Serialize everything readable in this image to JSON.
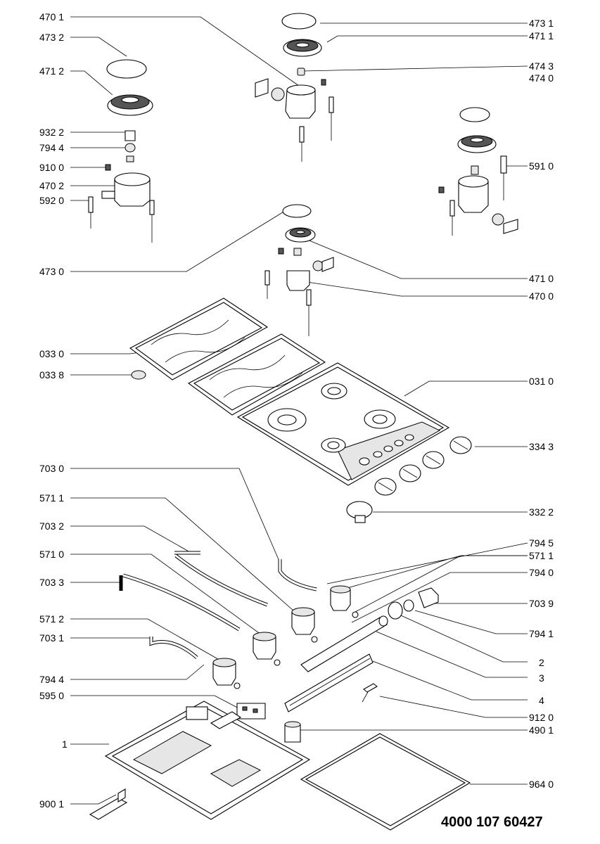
{
  "labels_left": [
    {
      "id": "l4701",
      "text": "470 1"
    },
    {
      "id": "l4732",
      "text": "473 2"
    },
    {
      "id": "l4712",
      "text": "471 2"
    },
    {
      "id": "l9322",
      "text": "932 2"
    },
    {
      "id": "l7944a",
      "text": "794 4"
    },
    {
      "id": "l9100",
      "text": "910 0"
    },
    {
      "id": "l4702",
      "text": "470 2"
    },
    {
      "id": "l5920",
      "text": "592 0"
    },
    {
      "id": "l4730",
      "text": "473 0"
    },
    {
      "id": "l0330",
      "text": "033 0"
    },
    {
      "id": "l0338",
      "text": "033 8"
    },
    {
      "id": "l7030",
      "text": "703 0"
    },
    {
      "id": "l5711",
      "text": "571 1"
    },
    {
      "id": "l7032",
      "text": "703 2"
    },
    {
      "id": "l5710",
      "text": "571 0"
    },
    {
      "id": "l7033",
      "text": "703 3"
    },
    {
      "id": "l5712",
      "text": "571 2"
    },
    {
      "id": "l7031",
      "text": "703 1"
    },
    {
      "id": "l7944b",
      "text": "794 4"
    },
    {
      "id": "l5950",
      "text": "595 0"
    },
    {
      "id": "l1",
      "text": "1"
    },
    {
      "id": "l9001",
      "text": "900 1"
    }
  ],
  "labels_right": [
    {
      "id": "r4731",
      "text": "473 1"
    },
    {
      "id": "r4711",
      "text": "471 1"
    },
    {
      "id": "r4743",
      "text": "474 3"
    },
    {
      "id": "r4740",
      "text": "474 0"
    },
    {
      "id": "r5910",
      "text": "591 0"
    },
    {
      "id": "r4710",
      "text": "471 0"
    },
    {
      "id": "r4700",
      "text": "470 0"
    },
    {
      "id": "r0310",
      "text": "031 0"
    },
    {
      "id": "r3343",
      "text": "334 3"
    },
    {
      "id": "r3322",
      "text": "332 2"
    },
    {
      "id": "r7945",
      "text": "794 5"
    },
    {
      "id": "r5711",
      "text": "571 1"
    },
    {
      "id": "r7940",
      "text": "794 0"
    },
    {
      "id": "r7039",
      "text": "703 9"
    },
    {
      "id": "r7941",
      "text": "794 1"
    },
    {
      "id": "r2",
      "text": "2"
    },
    {
      "id": "r3",
      "text": "3"
    },
    {
      "id": "r4",
      "text": "4"
    },
    {
      "id": "r9120",
      "text": "912 0"
    },
    {
      "id": "r4901",
      "text": "490 1"
    },
    {
      "id": "r9640",
      "text": "964 0"
    }
  ],
  "document_number": "4000 107 60427"
}
